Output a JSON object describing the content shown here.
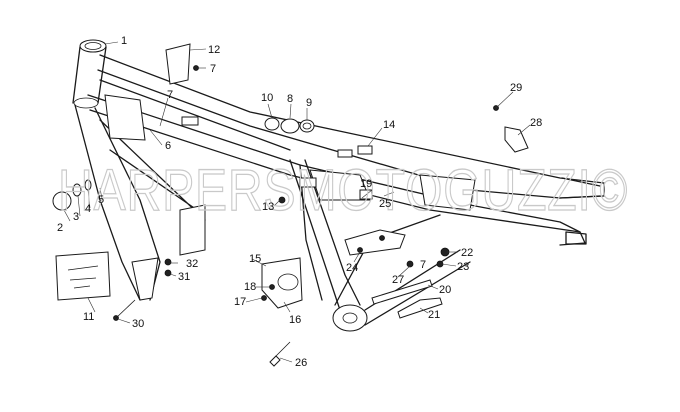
{
  "watermark": "HARPERSMOTOGUZZI©",
  "callouts": [
    {
      "n": "1"
    },
    {
      "n": "2"
    },
    {
      "n": "3"
    },
    {
      "n": "4"
    },
    {
      "n": "5"
    },
    {
      "n": "6"
    },
    {
      "n": "7"
    },
    {
      "n": "7"
    },
    {
      "n": "7"
    },
    {
      "n": "8"
    },
    {
      "n": "9"
    },
    {
      "n": "10"
    },
    {
      "n": "11"
    },
    {
      "n": "12"
    },
    {
      "n": "13"
    },
    {
      "n": "14"
    },
    {
      "n": "15"
    },
    {
      "n": "16"
    },
    {
      "n": "17"
    },
    {
      "n": "18"
    },
    {
      "n": "19"
    },
    {
      "n": "20"
    },
    {
      "n": "21"
    },
    {
      "n": "22"
    },
    {
      "n": "23"
    },
    {
      "n": "24"
    },
    {
      "n": "25"
    },
    {
      "n": "26"
    },
    {
      "n": "27"
    },
    {
      "n": "28"
    },
    {
      "n": "29"
    },
    {
      "n": "30"
    },
    {
      "n": "31"
    },
    {
      "n": "32"
    }
  ],
  "colors": {
    "line": "#1a1a1a",
    "watermark": "#c9c9c9",
    "background": "#ffffff"
  }
}
